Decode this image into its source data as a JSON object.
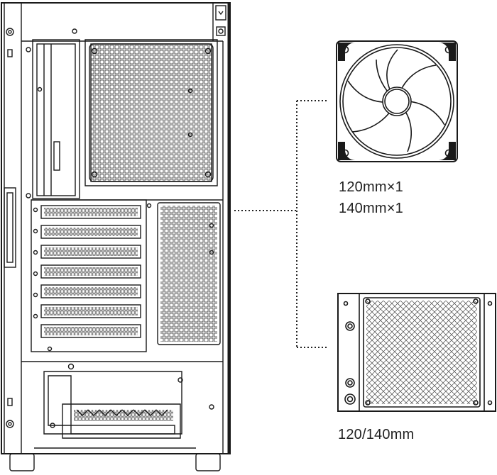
{
  "fan_option": {
    "lines": [
      "120mm×1",
      "140mm×1"
    ]
  },
  "radiator_option": {
    "label": "120/140mm"
  },
  "colors": {
    "line": "#1a1a1a",
    "background": "#ffffff"
  },
  "icons": [
    "pc-case-rear-view",
    "case-fan-icon",
    "radiator-icon"
  ]
}
